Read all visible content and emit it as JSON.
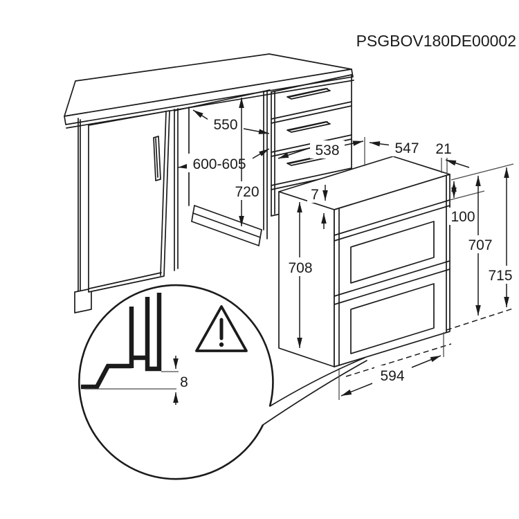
{
  "title": "PSGBOV180DE00002",
  "dimensions": {
    "niche_depth": "550",
    "niche_width": "600-605",
    "niche_height": "720",
    "oven_top_depth": "538",
    "oven_depth": "547",
    "door_protrusion": "21",
    "top_clearance": "7",
    "control_panel_height": "100",
    "height_to_top": "707",
    "total_height": "715",
    "oven_height": "708",
    "oven_width": "594",
    "base_clearance": "8"
  },
  "icons": {
    "warning": "exclamation-warning-triangle"
  }
}
